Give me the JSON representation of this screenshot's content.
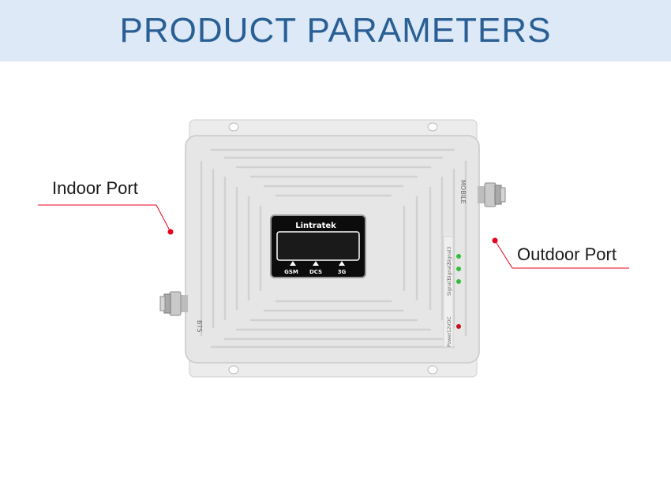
{
  "header": {
    "title": "PRODUCT PARAMETERS"
  },
  "callouts": {
    "indoor_port": "Indoor Port",
    "outdoor_port": "Outdoor Port"
  },
  "device": {
    "brand": "Lintratek",
    "bands": [
      "GSM",
      "DCS",
      "3G"
    ],
    "indicators": [
      "Signal1",
      "Signal2",
      "Signal3"
    ],
    "power_labels": [
      "Power",
      "12VDC"
    ],
    "port_labels": {
      "indoor": "BTS",
      "outdoor": "MOBILE"
    }
  },
  "colors": {
    "banner_bg": "#dde9f6",
    "title": "#2a5f95",
    "callout_line": "#e8001e",
    "led_green": "#2fbf3a",
    "led_red": "#c4101a"
  }
}
